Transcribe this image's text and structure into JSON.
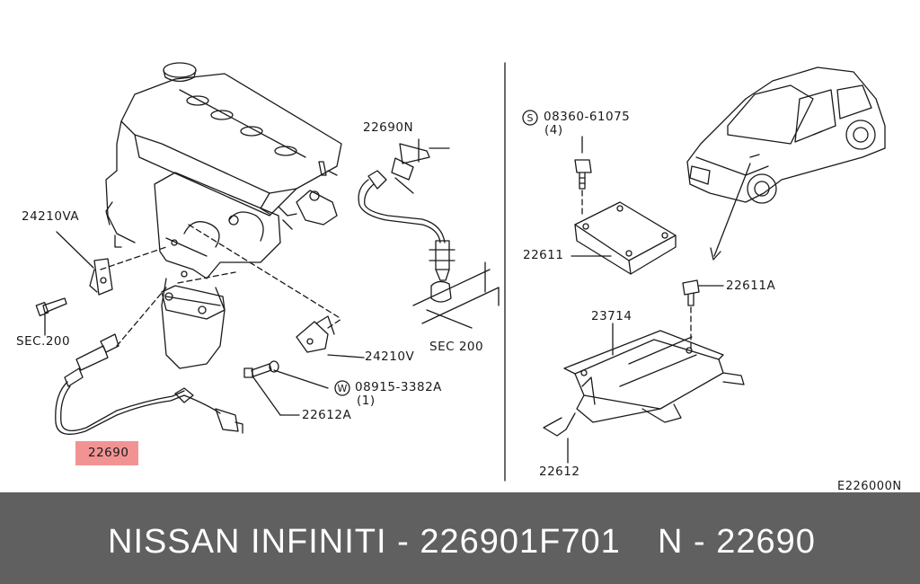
{
  "labels": {
    "p22690N": "22690N",
    "p24210VA": "24210VA",
    "sec200_left": "SEC.200",
    "sec200_right": "SEC 200",
    "p24210V": "24210V",
    "bolt_w_num": "08915-3382A",
    "bolt_w_qty": "(1)",
    "p22612A": "22612A",
    "p22690": "22690",
    "bolt_s_num": "08360-61075",
    "bolt_s_qty": "(4)",
    "p22611": "22611",
    "p22611A": "22611A",
    "p23714": "23714",
    "p22612": "22612",
    "diagram_code": "E226000N",
    "circle_w": "W",
    "circle_s": "S"
  },
  "footer": {
    "brand": "NISSAN  INFINITI - 226901F701",
    "ref": "N - 22690"
  },
  "colors": {
    "highlight": "#f08080",
    "footer_bg": "#606060",
    "line": "#1a1a1a"
  }
}
